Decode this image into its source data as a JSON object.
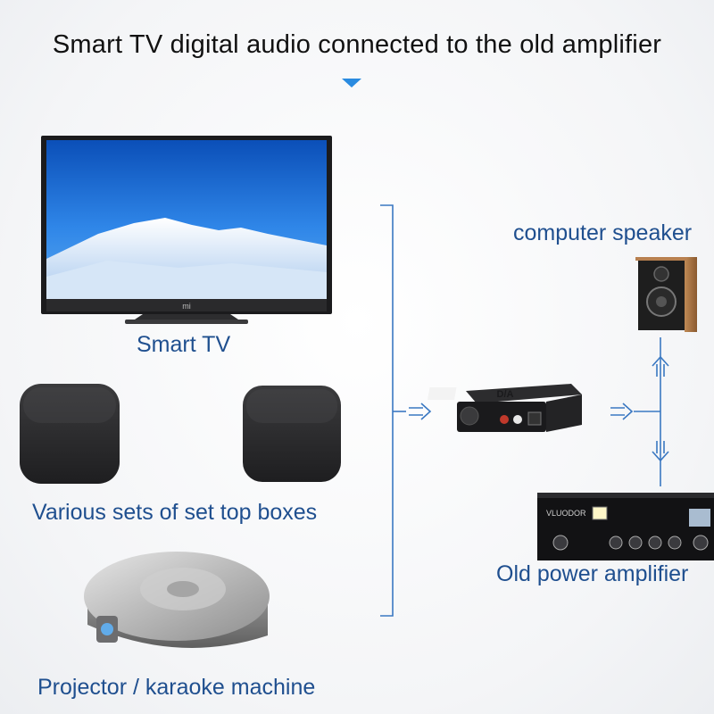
{
  "title": "Smart TV digital audio connected to the old amplifier",
  "labels": {
    "smart_tv": "Smart TV",
    "set_top_boxes": "Various sets of set top boxes",
    "projector": "Projector / karaoke machine",
    "computer_speaker": "computer speaker",
    "old_amplifier": "Old power amplifier"
  },
  "device_text": {
    "tv_logo": "mi",
    "dac_badge": "D/A",
    "amp_brand": "VLUODOR"
  },
  "colors": {
    "label_blue": "#1f4f8f",
    "line_blue": "#3a78c2",
    "accent_arrow": "#2a8be0"
  }
}
